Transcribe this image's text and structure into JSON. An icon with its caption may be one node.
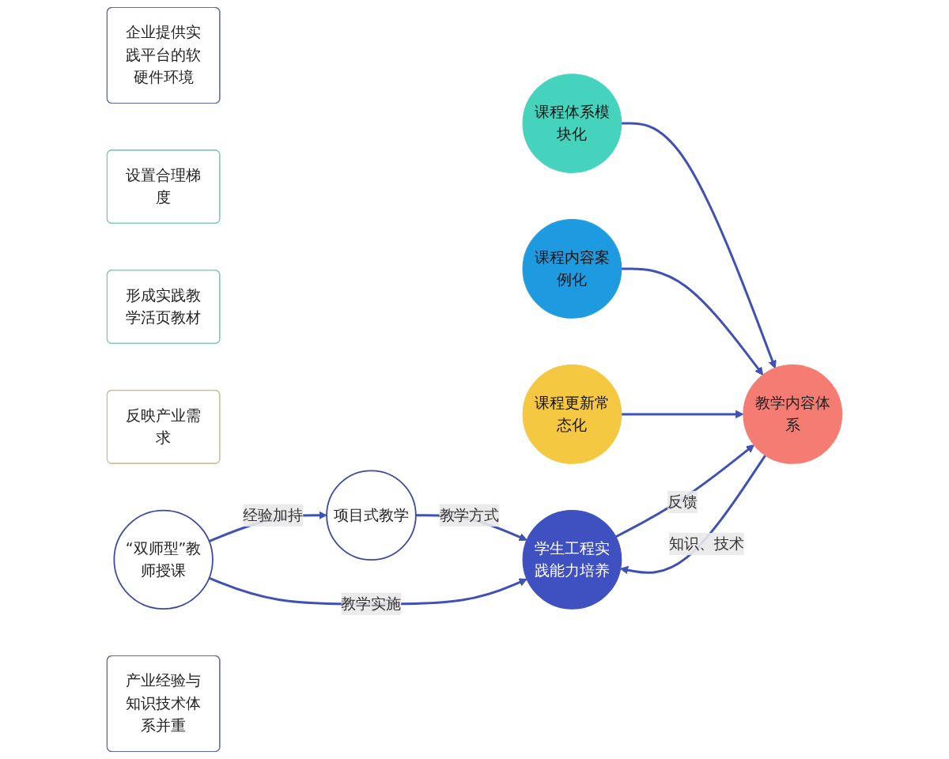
{
  "diagram": {
    "nodes": [
      {
        "text": [
          "项目式教学"
        ]
      },
      {
        "text": [
          "企业提供实践平台的软硬件环境"
        ]
      },
      {
        "text": [
          "课程体系模块化"
        ]
      },
      {
        "text": [
          "设置合理梯度"
        ]
      },
      {
        "text": [
          "形成实践教学活页教材"
        ]
      },
      {
        "text": [
          "课程内容案例化"
        ]
      },
      {
        "text": [
          "教学内容体系"
        ]
      },
      {
        "text": [
          "学生工程实践能力培养"
        ]
      },
      {
        "text": [
          "课程更新常态化"
        ]
      },
      {
        "text": [
          "反映产业需求"
        ]
      },
      {
        "text": [
          "“双师型”教师授课"
        ]
      },
      {
        "text": [
          "产业经验与知识技术体系并重"
        ]
      }
    ],
    "edges": [
      {
        "from": 2,
        "to": 6,
        "arrow": "to"
      },
      {
        "from": 5,
        "to": 6,
        "arrow": "to"
      },
      {
        "from": 8,
        "to": 6,
        "arrow": "to"
      },
      {
        "from": 6,
        "to": 7,
        "arrow": "to",
        "label": "知识、技术"
      },
      {
        "from": 7,
        "to": 6,
        "arrow": "to",
        "label": "反馈"
      },
      {
        "from": 0,
        "to": 7,
        "arrow": "to",
        "label": "教学方式"
      },
      {
        "from": 10,
        "to": 7,
        "arrow": "to",
        "label": "教学实施"
      },
      {
        "from": 10,
        "to": 0,
        "arrow": "to",
        "label": "经验加持"
      }
    ]
  }
}
